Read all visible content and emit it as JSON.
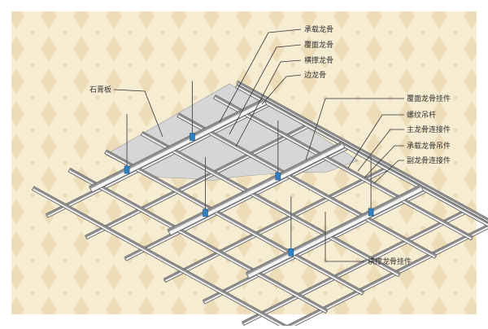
{
  "colors": {
    "background_pattern": "#f6ecd2",
    "pattern_mark": "#ecdcb8",
    "panel": "#d6d6d6",
    "rail": "#f4f4f4",
    "rail_stroke": "#555555",
    "leader": "#333333",
    "connector": "#2f7fc4"
  },
  "labels": {
    "bearing_keel": "承载龙骨",
    "cover_keel": "覆面龙骨",
    "cross_keel": "横撑龙骨",
    "edge_keel": "边龙骨",
    "gypsum_board": "石膏板",
    "cover_keel_hanger": "覆面龙骨挂件",
    "threaded_rod": "螺纹吊杆",
    "main_keel_connector": "主龙骨连接件",
    "bearing_keel_hanger": "承载龙骨吊件",
    "secondary_keel_connector": "副龙骨连接件",
    "cross_keel_hanger": "横撑龙骨挂件"
  }
}
